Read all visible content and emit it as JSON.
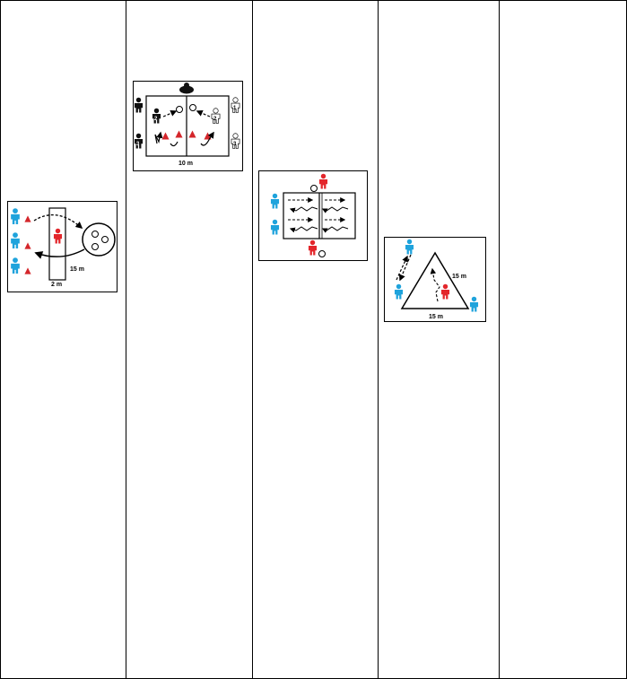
{
  "diagram1": {
    "width_label": "2 m",
    "length_label": "15 m"
  },
  "diagram2": {
    "width_label": "10 m",
    "player_numbers": [
      "2",
      "3",
      "1",
      "2",
      "3"
    ]
  },
  "diagram4": {
    "side_label": "15 m",
    "base_label": "15 m"
  },
  "colors": {
    "blue_player": "#1fa3dc",
    "red_player": "#e3262b",
    "black_player": "#111111",
    "cone": "#d4262b"
  }
}
